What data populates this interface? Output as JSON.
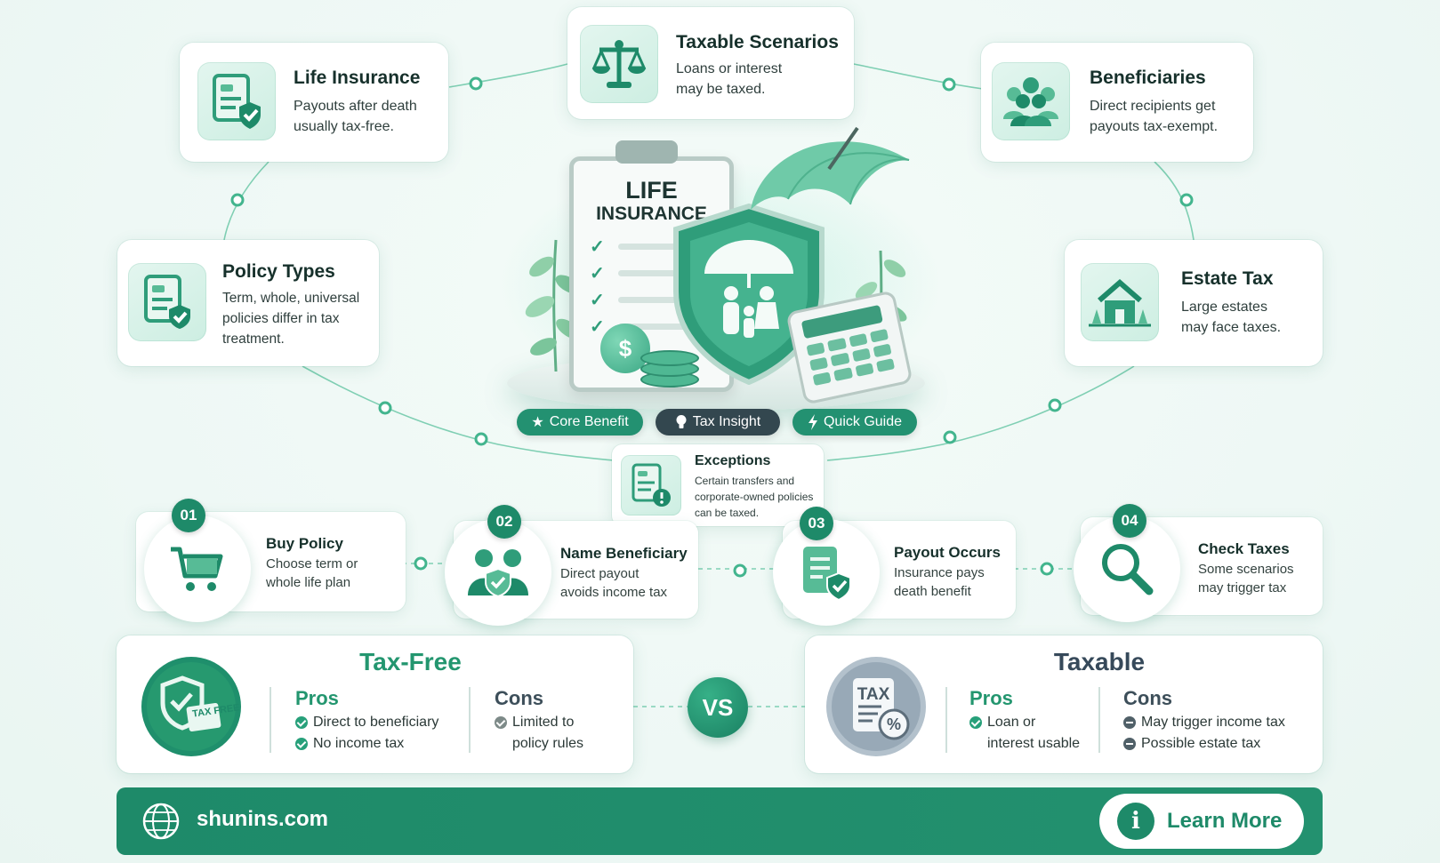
{
  "colors": {
    "primary": "#1e8a69",
    "accent": "#27a07a",
    "dark_pill": "#33474f",
    "taxable_title": "#36495a"
  },
  "cards": {
    "life_insurance": {
      "title": "Life Insurance",
      "desc1": "Payouts after death",
      "desc2": "usually tax-free.",
      "icon": "document-shield-icon"
    },
    "taxable_scenarios": {
      "title": "Taxable Scenarios",
      "desc1": "Loans or interest",
      "desc2": "may be taxed.",
      "icon": "scales-icon"
    },
    "beneficiaries": {
      "title": "Beneficiaries",
      "desc1": "Direct recipients get",
      "desc2": "payouts tax-exempt.",
      "icon": "people-group-icon"
    },
    "policy_types": {
      "title": "Policy Types",
      "desc1": "Term, whole, universal",
      "desc2": "policies differ in tax",
      "desc3": "treatment.",
      "icon": "document-check-icon"
    },
    "estate_tax": {
      "title": "Estate Tax",
      "desc1": "Large estates",
      "desc2": "may face taxes.",
      "icon": "house-icon"
    },
    "exceptions": {
      "title": "Exceptions",
      "desc1": "Certain transfers and",
      "desc2": "corporate-owned policies",
      "desc3": "can be taxed.",
      "icon": "document-alert-icon"
    }
  },
  "illustration": {
    "clipboard_line1": "LIFE",
    "clipboard_line2": "INSURANCE",
    "coin_symbol": "$"
  },
  "pills": [
    {
      "label": "Core Benefit",
      "icon": "star-icon"
    },
    {
      "label": "Tax Insight",
      "icon": "lightbulb-icon"
    },
    {
      "label": "Quick Guide",
      "icon": "lightning-icon"
    }
  ],
  "steps": [
    {
      "num": "01",
      "title": "Buy Policy",
      "desc1": "Choose term or",
      "desc2": "whole life plan",
      "icon": "cart-icon"
    },
    {
      "num": "02",
      "title": "Name Beneficiary",
      "desc1": "Direct payout",
      "desc2": "avoids income tax",
      "icon": "people-shield-icon"
    },
    {
      "num": "03",
      "title": "Payout Occurs",
      "desc1": "Insurance pays",
      "desc2": "death benefit",
      "icon": "document-shield-icon"
    },
    {
      "num": "04",
      "title": "Check Taxes",
      "desc1": "Some scenarios",
      "desc2": "may trigger tax",
      "icon": "magnifier-icon"
    }
  ],
  "comparison": {
    "tax_free": {
      "title": "Tax-Free",
      "pros_label": "Pros",
      "pros": [
        "Direct to beneficiary",
        "No income tax"
      ],
      "cons_label": "Cons",
      "cons1": "Limited to",
      "cons2": "policy rules",
      "badge_text": "TAX FREE"
    },
    "vs": "VS",
    "taxable": {
      "title": "Taxable",
      "pros_label": "Pros",
      "pros1": "Loan or",
      "pros2": "interest usable",
      "cons_label": "Cons",
      "cons": [
        "May trigger income tax",
        "Possible estate tax"
      ],
      "badge_text": "TAX",
      "badge_symbol": "%"
    }
  },
  "footer": {
    "site": "shunins.com",
    "cta": "Learn More",
    "cta_icon": "i"
  }
}
